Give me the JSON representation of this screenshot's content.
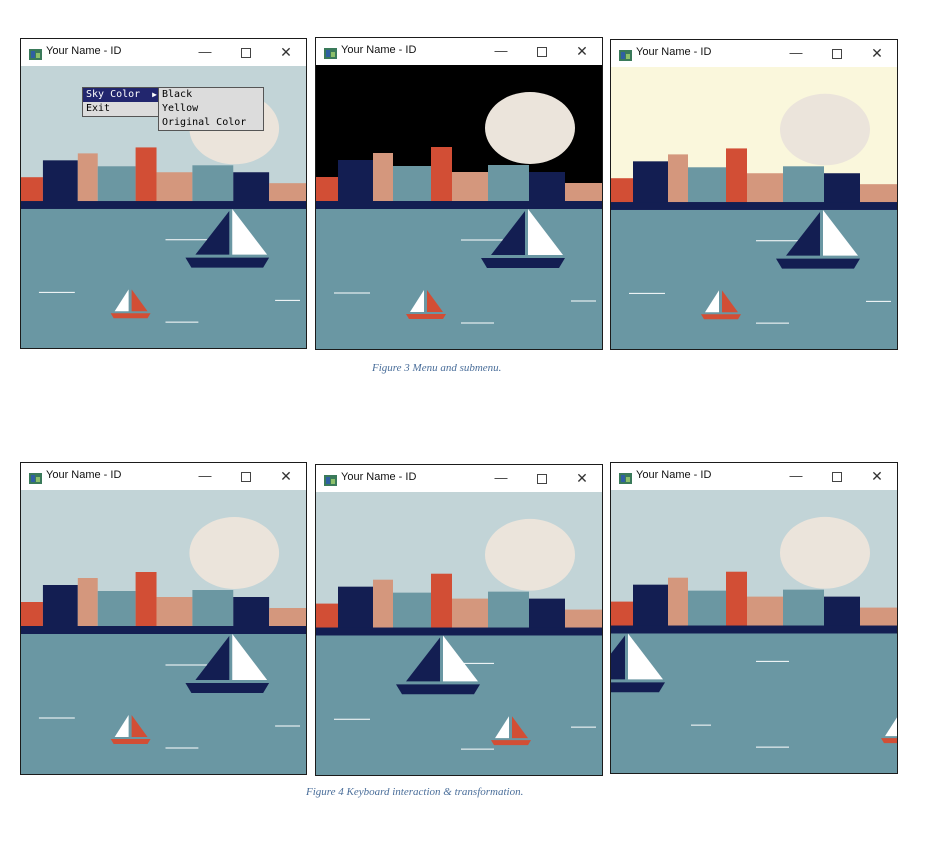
{
  "windows": [
    {
      "title": "Your Name - ID",
      "sky": "#c2d4d7",
      "menu": true,
      "big_boat": "right",
      "small_boat": "left"
    },
    {
      "title": "Your Name - ID",
      "sky": "#000000",
      "menu": false,
      "big_boat": "right",
      "small_boat": "left"
    },
    {
      "title": "Your Name - ID",
      "sky": "#faf7dc",
      "menu": false,
      "big_boat": "right",
      "small_boat": "left"
    },
    {
      "title": "Your Name - ID",
      "sky": "#c2d4d7",
      "menu": false,
      "big_boat": "right",
      "small_boat": "left"
    },
    {
      "title": "Your Name - ID",
      "sky": "#c2d4d7",
      "menu": false,
      "big_boat": "mid",
      "small_boat": "mid"
    },
    {
      "title": "Your Name - ID",
      "sky": "#c2d4d7",
      "menu": false,
      "big_boat": "edge",
      "small_boat": "edge"
    }
  ],
  "window_controls": {
    "minimize": "—",
    "close": "✕"
  },
  "menu": {
    "main_items": [
      "Sky Color",
      "Exit"
    ],
    "submenu_items": [
      "Black",
      "Yellow",
      "Original Color"
    ]
  },
  "captions": {
    "figure3": "Figure 3 Menu and submenu.",
    "figure4": "Figure 4 Keyboard interaction & transformation."
  },
  "colors": {
    "sea": "#6a97a3",
    "navy": "#131e52",
    "red": "#d24e35",
    "salmon": "#d4977d",
    "teal": "#6b97a2",
    "moon": "#ebe4db",
    "white": "#ffffff"
  }
}
